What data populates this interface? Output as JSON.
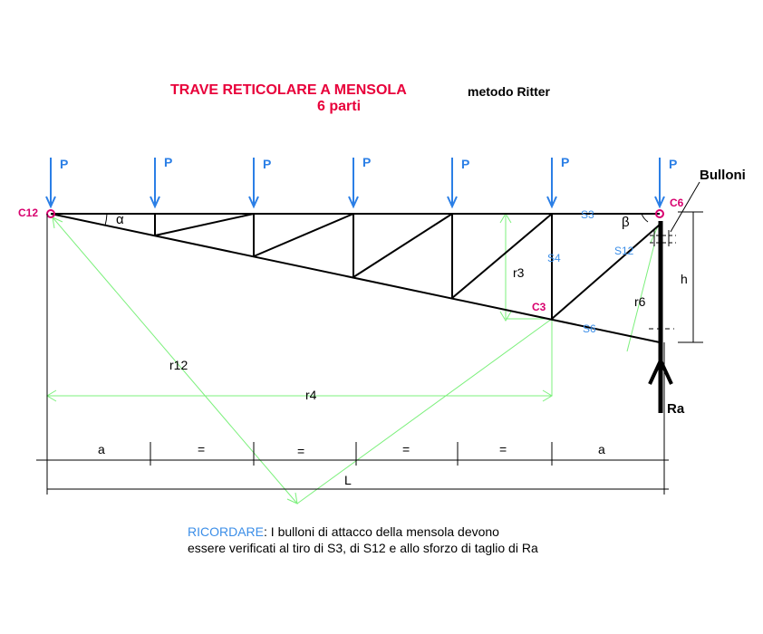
{
  "title": {
    "main": "TRAVE RETICOLARE A MENSOLA",
    "method": "metodo Ritter",
    "parts": "6 parti"
  },
  "loads": {
    "label": "P",
    "count": 7
  },
  "labels": {
    "alpha": "α",
    "beta": "β",
    "bulloni": "Bulloni",
    "h": "h",
    "ra": "Ra",
    "r3": "r3",
    "r4": "r4",
    "r6": "r6",
    "r12": "r12",
    "c12": "C12",
    "c6": "C6",
    "c3": "C3",
    "s3": "S3",
    "s4": "S4",
    "s6": "S6",
    "s12": "S12",
    "dims": [
      "a",
      "=",
      "=",
      "=",
      "=",
      "a"
    ],
    "L": "L"
  },
  "note": {
    "keyword": "RICORDARE",
    "line1": ": I bulloni di attacco della mensola devono",
    "line2": "essere verificati al tiro di S3, di S12  e allo sforzo di taglio di Ra"
  },
  "colors": {
    "title": "#e8003a",
    "load": "#2b7fe6",
    "node": "#d8006e",
    "bar_label": "#3b8ee8",
    "construction": "#7cf07c",
    "structure": "#000000"
  }
}
